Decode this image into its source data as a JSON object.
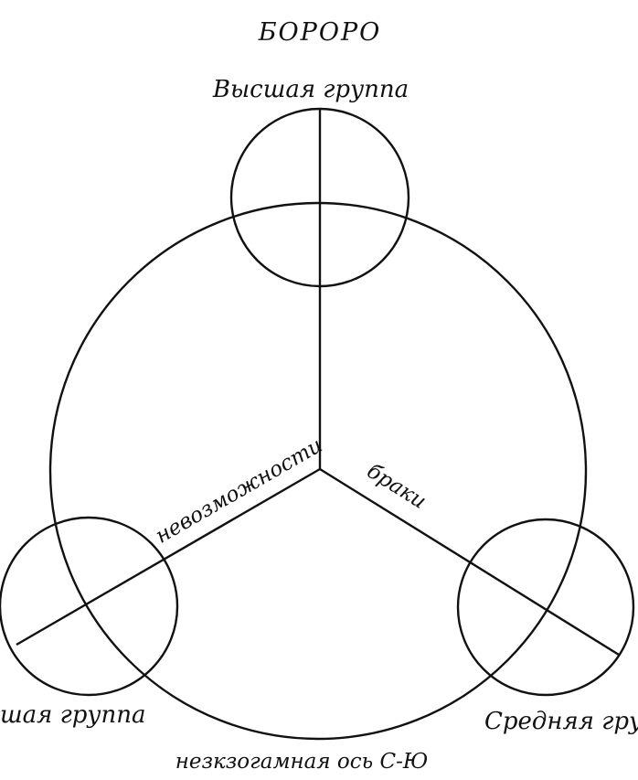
{
  "title": "БОРОРО",
  "labels": {
    "top_group": "Высшая группа",
    "left_group": "шая группа",
    "right_group": "Средняя груп",
    "left_axis": "невозможности",
    "right_axis": "браки",
    "bottom": "незкзогамная ось С-Ю"
  },
  "colors": {
    "ink": "#111111",
    "background": "#ffffff"
  }
}
